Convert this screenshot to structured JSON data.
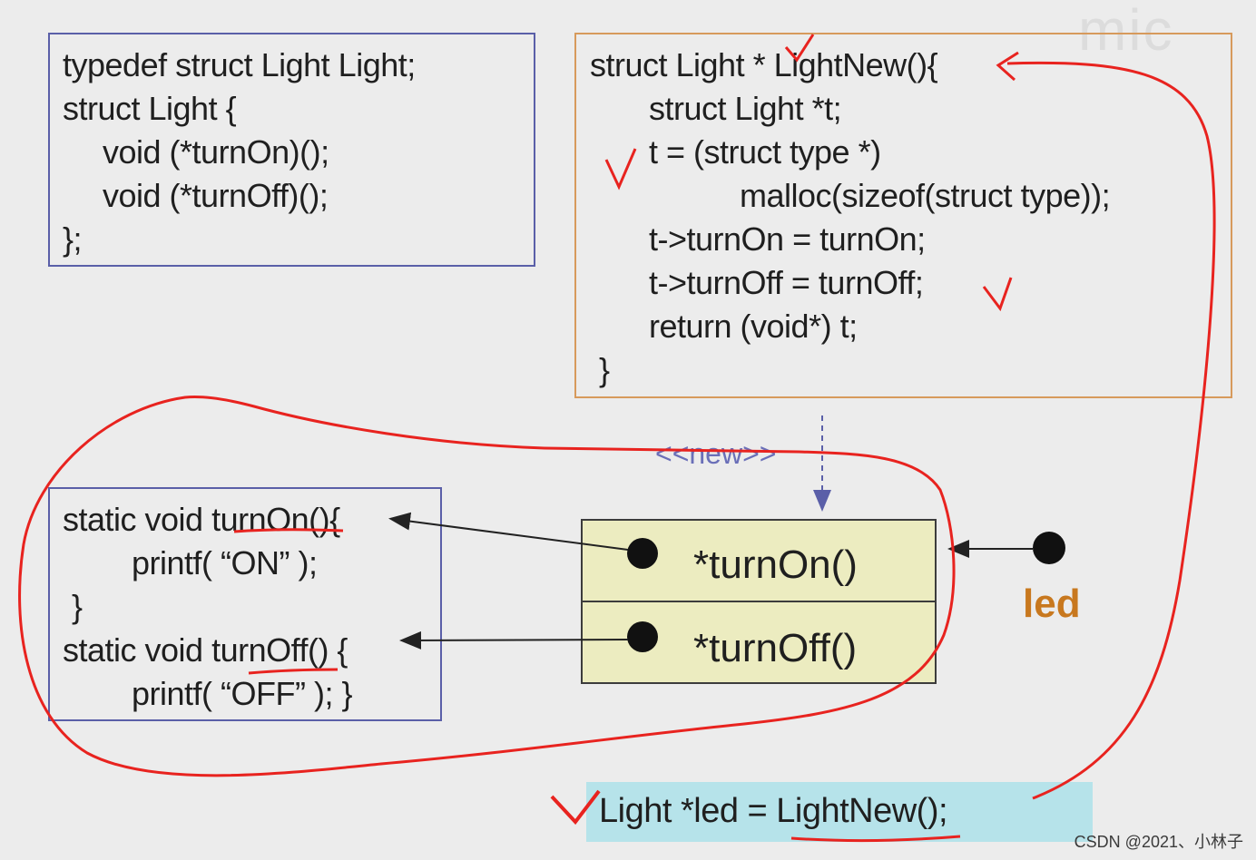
{
  "brand_mark": "mic",
  "typedef_box": {
    "lines": [
      "typedef struct Light Light;",
      "struct Light {",
      "void (*turnOn)();",
      "void (*turnOff)();",
      "};"
    ]
  },
  "lightnew_box": {
    "lines": [
      "struct Light * LightNew(){",
      "struct Light *t;",
      "t = (struct type *)",
      "malloc(sizeof(struct type));",
      "t->turnOn = turnOn;",
      "t->turnOff = turnOff;",
      "return (void*) t;",
      "}"
    ]
  },
  "funcs_box": {
    "lines": [
      "static void turnOn(){",
      "printf( “ON” );",
      "}",
      "static void turnOff() {",
      "printf( “OFF” ); }"
    ]
  },
  "new_stereotype": "<<new>>",
  "object_box": {
    "slots": [
      "*turnOn()",
      "*turnOff()"
    ]
  },
  "led_label": "led",
  "call_statement": "Light *led = LightNew();",
  "watermark": "CSDN @2021、小林子",
  "colors": {
    "annotation_red": "#e8231f",
    "blue_border": "#5a5fa8",
    "orange_border": "#d79a5c",
    "object_fill": "#ececc0",
    "call_fill": "#b6e3ea",
    "led_orange": "#c8781e"
  }
}
